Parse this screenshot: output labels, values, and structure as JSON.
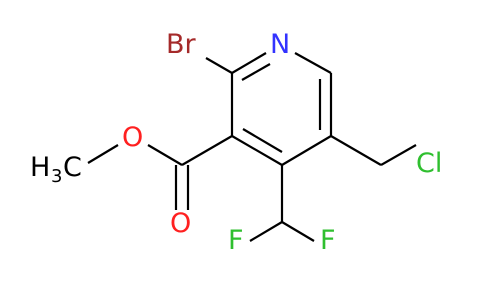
{
  "atoms": {
    "br": "Br",
    "n": "N",
    "cl": "Cl",
    "o_ester": "O",
    "o_carbonyl": "O",
    "f_left": "F",
    "f_right": "F",
    "methyl_h": "H",
    "methyl_sub": "3",
    "methyl_c": "C"
  },
  "colors": {
    "bond": "#000000",
    "nitrogen": "#3333ff",
    "oxygen": "#ff2020",
    "fluorine": "#2fbf2f",
    "chlorine": "#2fbf2f",
    "bromine": "#a52a2a",
    "carbon": "#000000"
  }
}
